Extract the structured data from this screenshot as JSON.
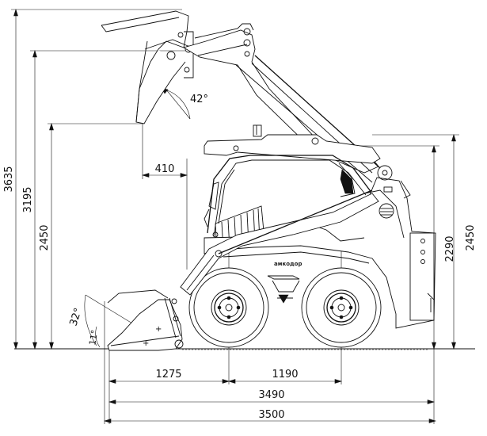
{
  "dimensions": {
    "overall_height_raised": "3635",
    "hinge_pin_height": "3195",
    "dump_height": "2450",
    "cab_height": "2290",
    "overall_height_rear": "2450",
    "dump_reach": "410",
    "front_overhang": "1275",
    "wheelbase": "1190",
    "length_no_bucket": "3490",
    "overall_length": "3500"
  },
  "angles": {
    "dump_angle": "42°",
    "rollback_angle": "32°",
    "ground_angle": "11°"
  },
  "brand": {
    "logo_text": "амкодор"
  },
  "colors": {
    "ink": "#111111",
    "background": "#ffffff"
  }
}
